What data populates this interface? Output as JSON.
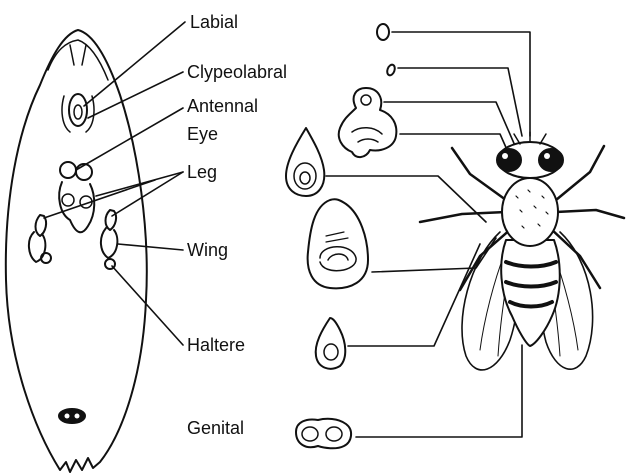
{
  "labels": {
    "labial": "Labial",
    "clypeolabral": "Clypeolabral",
    "antennal": "Antennal",
    "eye": "Eye",
    "leg": "Leg",
    "wing": "Wing",
    "haltere": "Haltere",
    "genital": "Genital"
  },
  "colors": {
    "ink": "#111111",
    "background": "#ffffff"
  }
}
